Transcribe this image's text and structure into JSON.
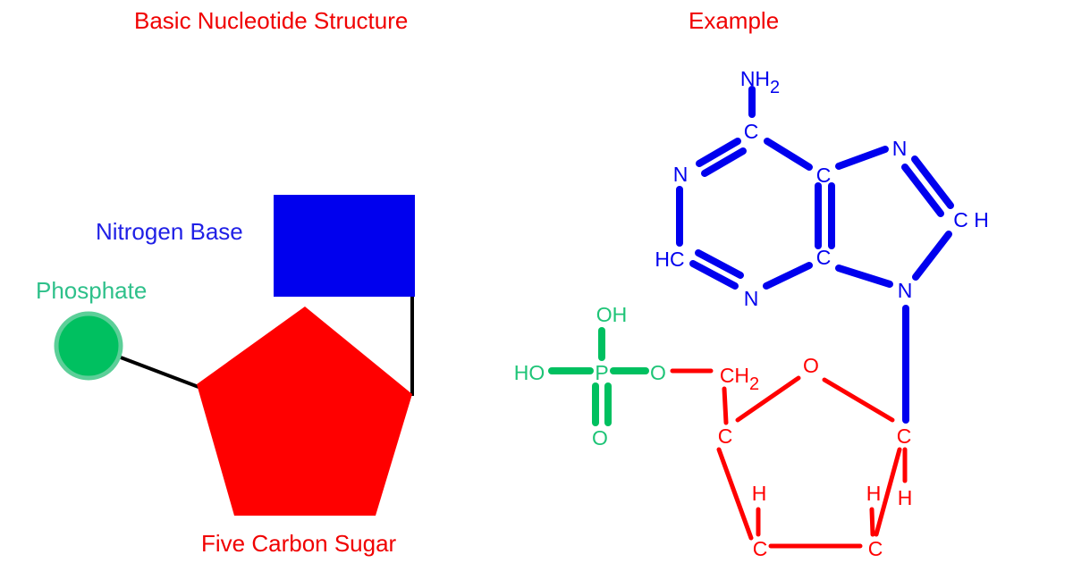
{
  "headings": {
    "left": "Basic Nucleotide Structure",
    "right": "Example"
  },
  "labels": {
    "nitrogen_base": "Nitrogen Base",
    "phosphate": "Phosphate",
    "sugar": "Five Carbon Sugar"
  },
  "colors": {
    "base": "#0000ee",
    "sugar": "#ff0000",
    "phosphate": "#00c060",
    "bond": "#000000"
  },
  "atoms": {
    "nh2": "NH",
    "nh2_sub": "2",
    "c": "C",
    "n": "N",
    "ch": "C H",
    "hc": "HC",
    "oh": "OH",
    "ho": "HO",
    "p": "P",
    "o": "O",
    "ch2": "CH",
    "ch2_sub": "2",
    "h": "H"
  }
}
